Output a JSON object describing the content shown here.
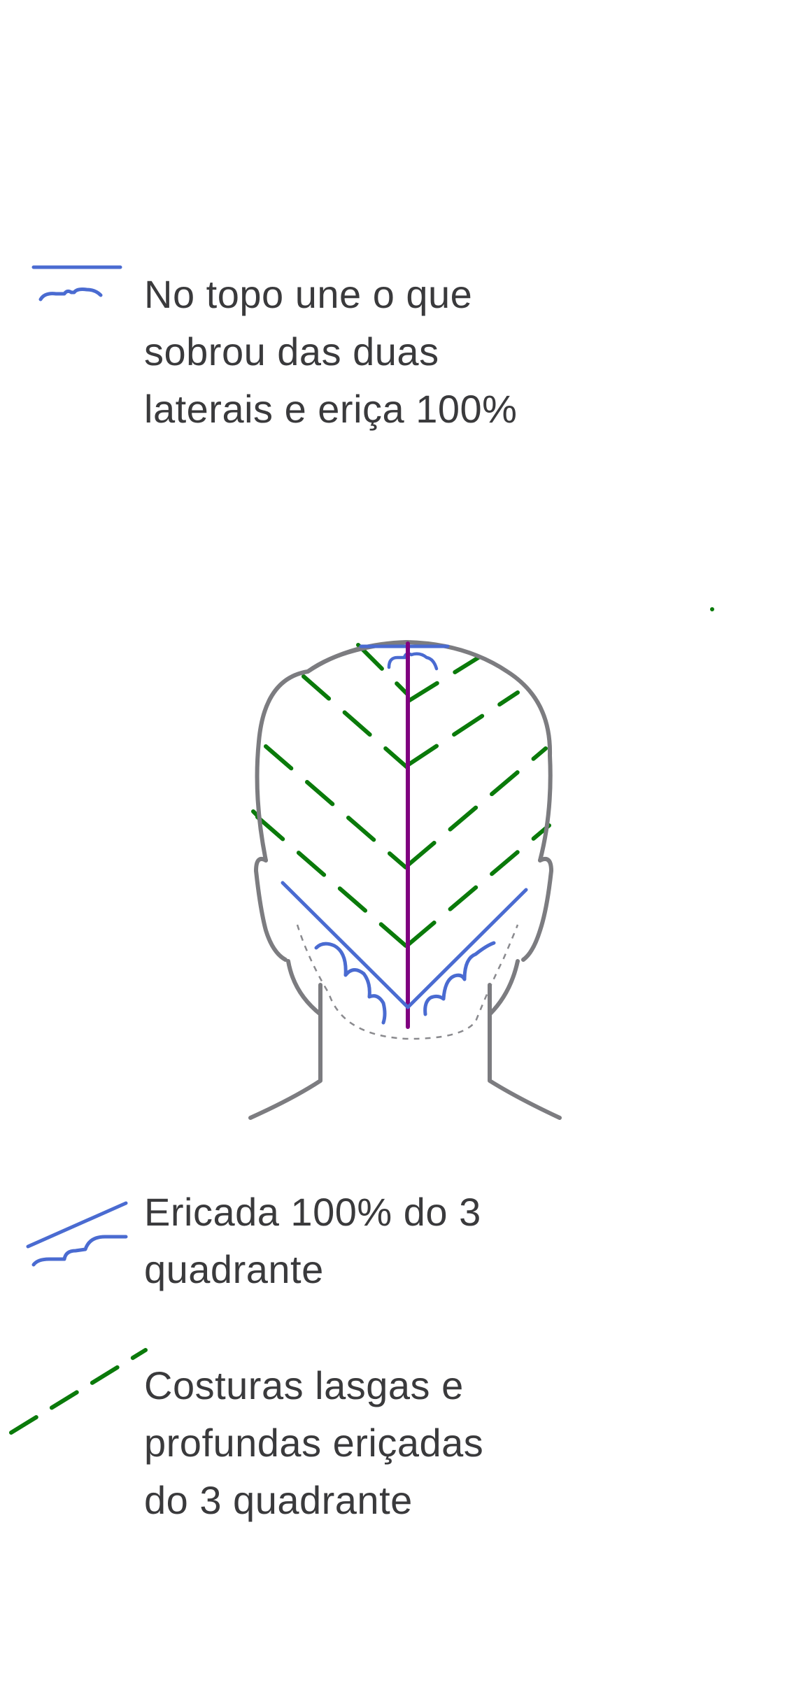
{
  "legend": {
    "top": {
      "icon": "top-union-stroke-icon",
      "text": "No topo une o que\nsobrou das duas\nlaterais e eriça 100%"
    },
    "middle": {
      "icon": "teased-diagonal-stroke-icon",
      "text": "Ericada 100% do 3\nquadrante"
    },
    "bottom": {
      "icon": "dashed-diagonal-line-icon",
      "text": "Costuras lasgas e\nprofundas eriçadas\ndo 3 quadrante"
    }
  },
  "diagram": {
    "subject": "head-back-view",
    "colors": {
      "outline": "#7c7c80",
      "partition": "#800080",
      "seams": "#0a7a0a",
      "teasing": "#4a6bd1",
      "nape_guide": "#8a8a8e"
    }
  }
}
